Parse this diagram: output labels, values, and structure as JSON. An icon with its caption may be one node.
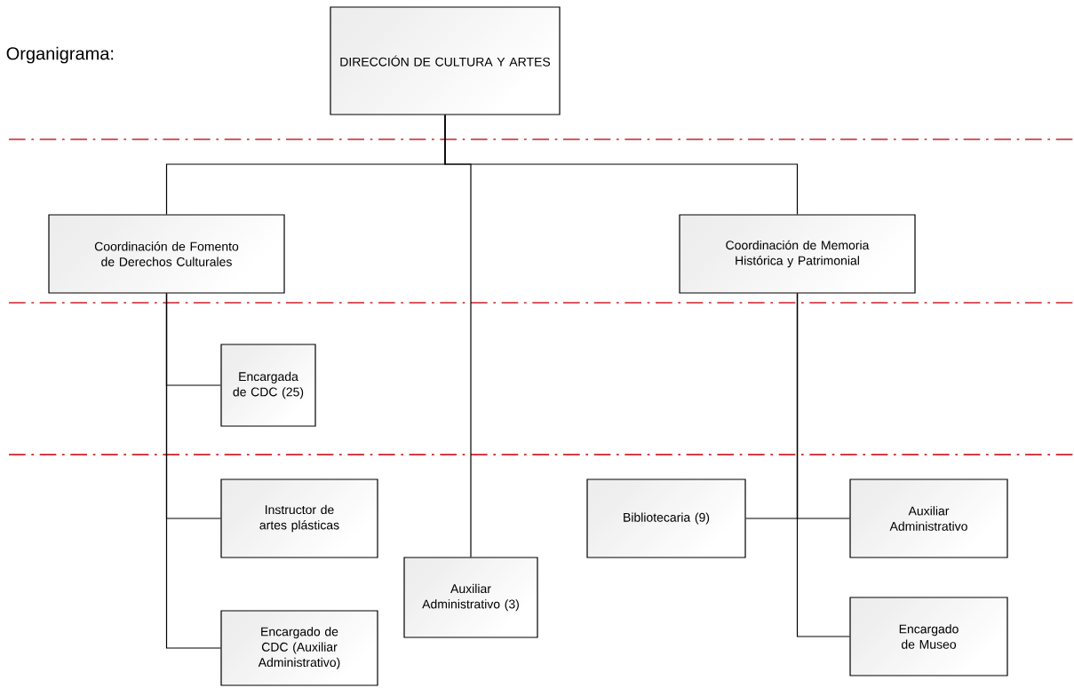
{
  "diagram": {
    "nodes": [
      {
        "text": [
          "DIRECCIÓN DE CULTURA Y ARTES"
        ]
      },
      {
        "text": [
          "Coordinación de Fomento de Derechos Culturales"
        ]
      },
      {
        "text": [
          "Coordinación de Memoria Histórica y Patrimonial"
        ]
      },
      {
        "text": [
          "Encargada de CDC (25)"
        ]
      },
      {
        "text": [
          "Instructor de artes plásticas"
        ]
      },
      {
        "text": [
          "Encargado de CDC (Auxiliar Administrativo)"
        ]
      },
      {
        "text": [
          "Auxiliar Administrativo (3)"
        ]
      },
      {
        "text": [
          "Bibliotecaria (9)"
        ]
      },
      {
        "text": [
          "Auxiliar Administrativo"
        ]
      },
      {
        "text": [
          "Encargado de Museo"
        ]
      }
    ],
    "edges": [
      {
        "from": 0,
        "to": 1,
        "arrow": "none"
      },
      {
        "from": 0,
        "to": 6,
        "arrow": "none"
      },
      {
        "from": 0,
        "to": 2,
        "arrow": "none"
      },
      {
        "from": 1,
        "to": 3,
        "arrow": "none"
      },
      {
        "from": 1,
        "to": 4,
        "arrow": "none"
      },
      {
        "from": 1,
        "to": 5,
        "arrow": "none"
      },
      {
        "from": 2,
        "to": 7,
        "arrow": "none"
      },
      {
        "from": 2,
        "to": 8,
        "arrow": "none"
      },
      {
        "from": 2,
        "to": 9,
        "arrow": "none"
      }
    ],
    "labels": [
      "Organigrama:"
    ]
  }
}
